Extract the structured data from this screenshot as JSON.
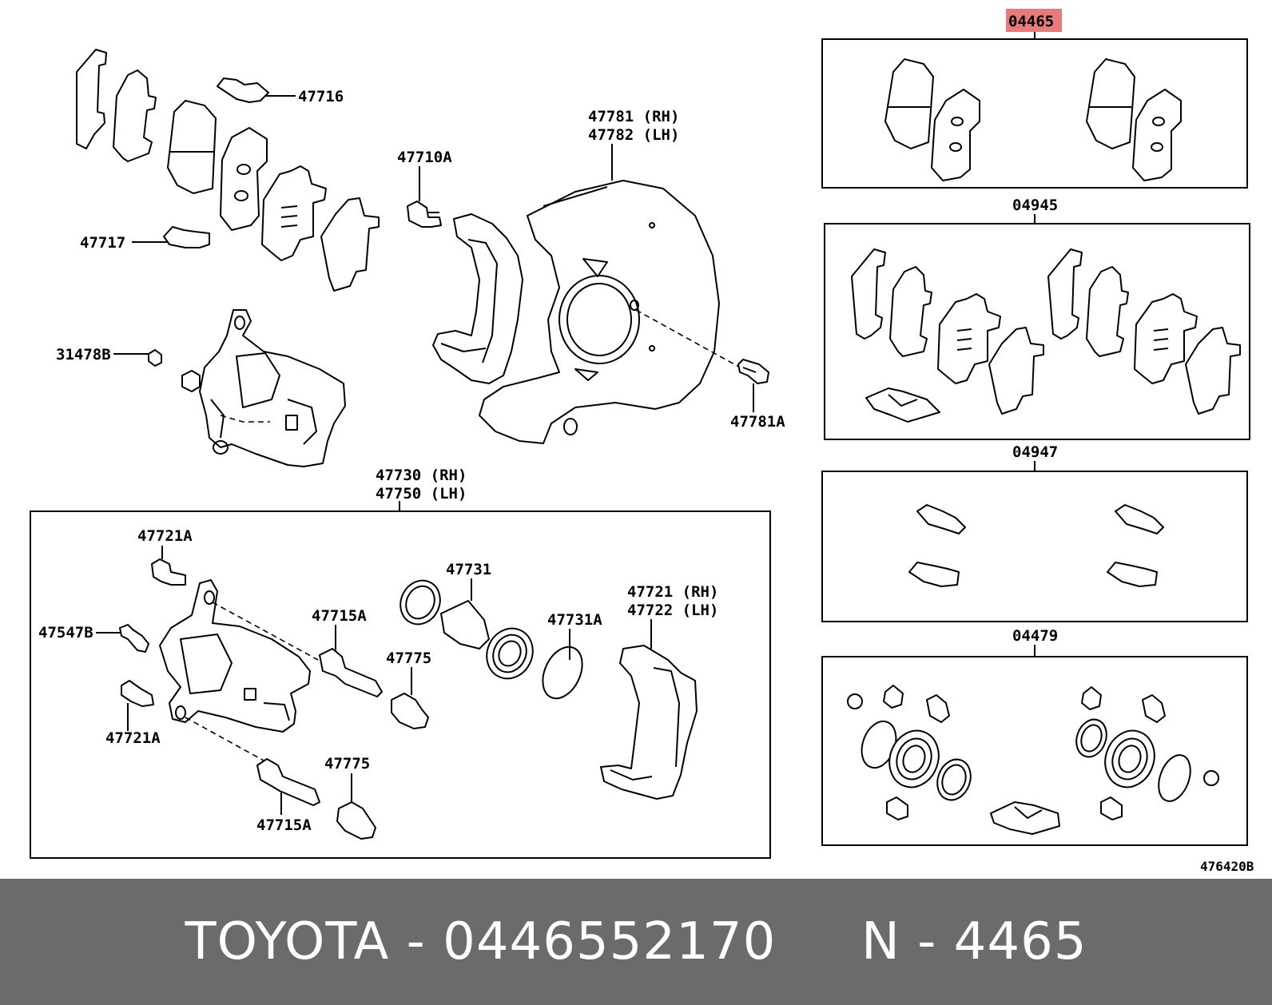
{
  "diagram": {
    "highlight_color": "#e87a7a",
    "highlighted_label": "04465",
    "kit_labels": [
      "04465",
      "04945",
      "04947",
      "04479"
    ],
    "part_labels": [
      "47716",
      "47717",
      "31478B",
      "47710A",
      "47781 (RH)",
      "47782 (LH)",
      "47781A",
      "47730 (RH)",
      "47750 (LH)",
      "47721A",
      "47547B",
      "47721A",
      "47715A",
      "47775",
      "47715A",
      "47775",
      "47731",
      "47731A",
      "47721 (RH)",
      "47722 (LH)"
    ],
    "figure_code": "476420B"
  },
  "footer": {
    "background": "#6b6b6b",
    "text": "TOYOTA - 0446552170     N - 4465"
  }
}
